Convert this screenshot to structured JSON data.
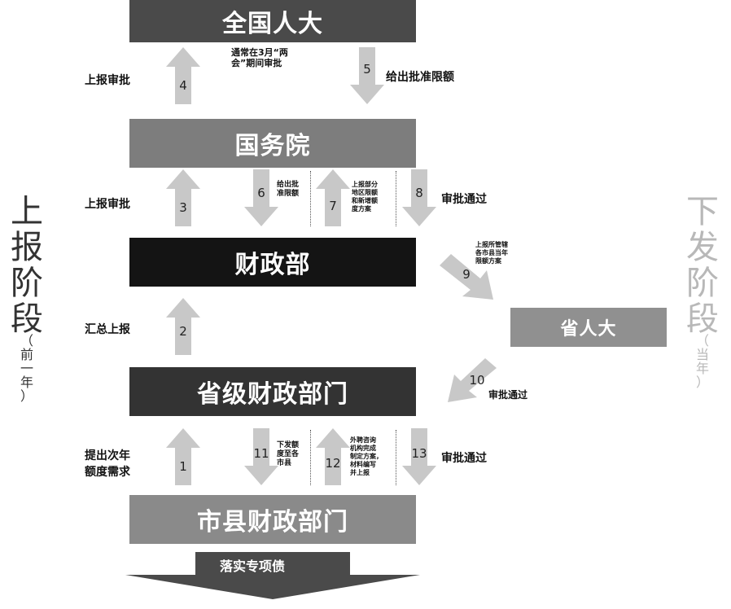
{
  "boxes": {
    "npc": "全国人大",
    "state_council": "国务院",
    "mof": "财政部",
    "provincial_finance": "省级财政部门",
    "city_county_finance": "市县财政部门",
    "provincial_npc": "省人大"
  },
  "bottom_label": "落实专项债",
  "steps": {
    "s1": {
      "num": "1",
      "text_lines": [
        "提出次年",
        "额度需求"
      ]
    },
    "s2": {
      "num": "2",
      "text": "汇总上报"
    },
    "s3": {
      "num": "3",
      "text": "上报审批"
    },
    "s4": {
      "num": "4",
      "text": "上报审批"
    },
    "s5": {
      "num": "5",
      "text": "给出批准限额"
    },
    "s6": {
      "num": "6",
      "text_lines": [
        "给出批",
        "准限额"
      ]
    },
    "s7": {
      "num": "7",
      "text_lines": [
        "上报部分",
        "地区限额",
        "和新增额",
        "度方案"
      ]
    },
    "s8": {
      "num": "8",
      "text": "审批通过"
    },
    "s9": {
      "num": "9",
      "text_lines": [
        "上报所管辖",
        "各市县当年",
        "限额方案"
      ]
    },
    "s10": {
      "num": "10",
      "text": "审批通过"
    },
    "s11": {
      "num": "11",
      "text_lines": [
        "下发额",
        "度至各",
        "市县"
      ]
    },
    "s12": {
      "num": "12",
      "text_lines": [
        "外聘咨询",
        "机构完成",
        "制定方案，",
        "材料编写",
        "并上报"
      ]
    },
    "s13": {
      "num": "13",
      "text": "审批通过"
    }
  },
  "note_march": [
    "通常在3月“两",
    "会”期间审批"
  ],
  "side_left": {
    "main": [
      "上",
      "报",
      "阶",
      "段"
    ],
    "sub": [
      "（",
      "前",
      "一",
      "年",
      "）"
    ]
  },
  "side_right": {
    "main": [
      "下",
      "发",
      "阶",
      "段"
    ],
    "sub": [
      "（",
      "当",
      "年",
      "）"
    ]
  },
  "colors": {
    "left_side_text": "#333333",
    "right_side_text": "#b8b8b8",
    "arrow_fill": "#c8c8c8"
  }
}
